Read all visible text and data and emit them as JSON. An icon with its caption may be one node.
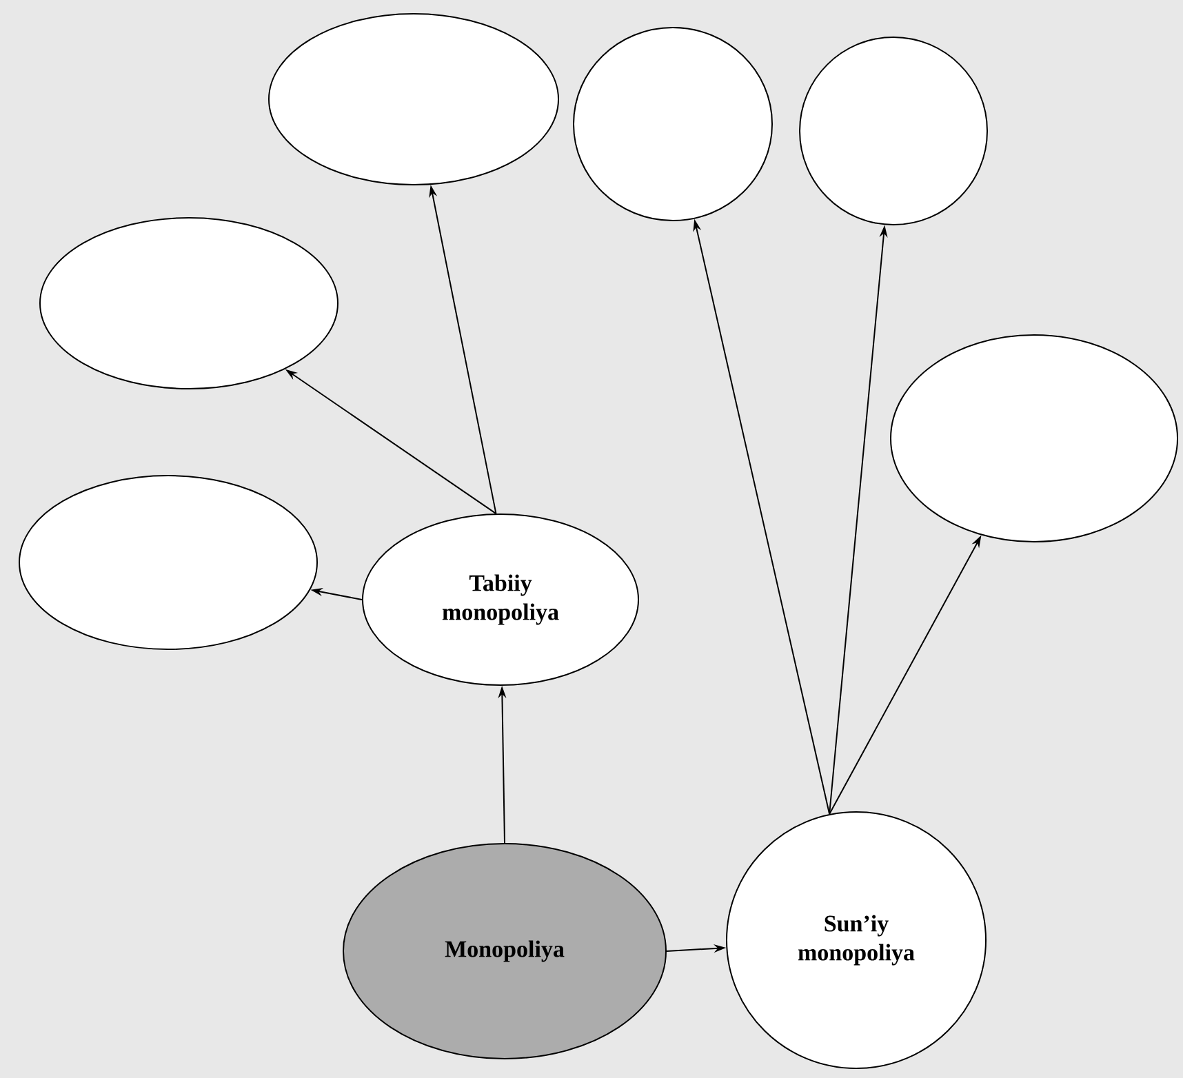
{
  "diagram": {
    "nodes": [
      {
        "text": [
          "Monopoliya"
        ]
      },
      {
        "text": [
          "Tabiiy monopoliya"
        ]
      },
      {
        "text": [
          "Sun’iy monopoliya"
        ]
      },
      {
        "text": [],
        "shape": "ellipse"
      },
      {
        "text": [],
        "shape": "ellipse"
      },
      {
        "text": [],
        "shape": "ellipse"
      },
      {
        "text": [],
        "shape": "ellipse"
      },
      {
        "text": [],
        "shape": "ellipse"
      },
      {
        "text": [],
        "shape": "ellipse"
      }
    ],
    "edges": [
      {
        "from": 0,
        "to": 1,
        "arrow": "to"
      },
      {
        "from": 0,
        "to": 2,
        "arrow": "to"
      },
      {
        "from": 1,
        "to": 3,
        "arrow": "to"
      },
      {
        "from": 1,
        "to": 4,
        "arrow": "to"
      },
      {
        "from": 1,
        "to": 5,
        "arrow": "to"
      },
      {
        "from": 2,
        "to": 6,
        "arrow": "to"
      },
      {
        "from": 2,
        "to": 7,
        "arrow": "to"
      },
      {
        "from": 2,
        "to": 8,
        "arrow": "to"
      }
    ]
  }
}
